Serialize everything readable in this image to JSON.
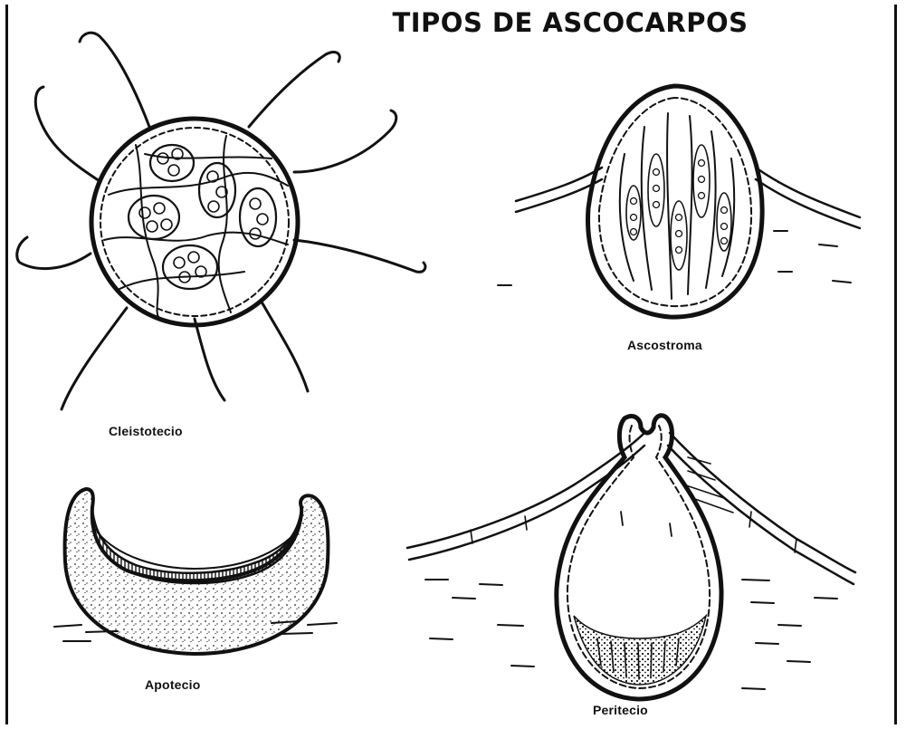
{
  "title": "TIPOS DE ASCOCARPOS",
  "labels": {
    "cleistotecio": "Cleistotecio",
    "ascostroma": "Ascostroma",
    "apotecio": "Apotecio",
    "peritecio": "Peritecio"
  }
}
